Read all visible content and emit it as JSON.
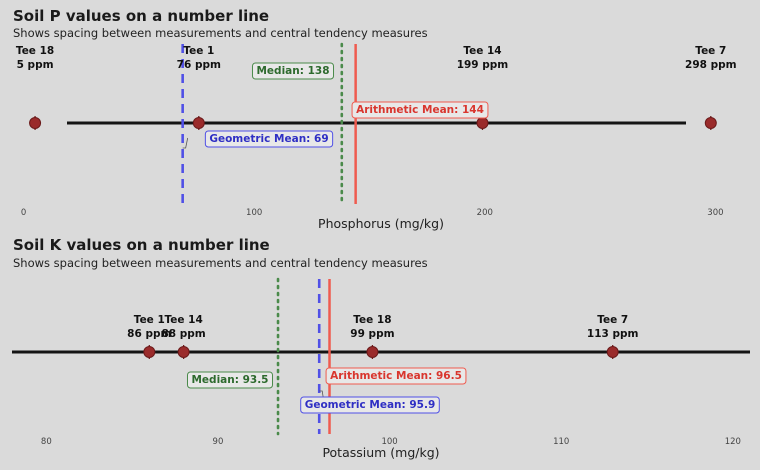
{
  "chart_data": [
    {
      "type": "scatter",
      "title": "Soil P values on a number line",
      "subtitle": "Shows spacing between measurements and central tendency measures",
      "xlabel": "Phosphorus (mg/kg)",
      "xlim": [
        -5,
        315
      ],
      "xticks": [
        0,
        100,
        200,
        300
      ],
      "grid": false,
      "points": [
        {
          "name": "Tee 18",
          "value": 5,
          "label": "5 ppm"
        },
        {
          "name": "Tee 1",
          "value": 76,
          "label": "76 ppm"
        },
        {
          "name": "Tee 14",
          "value": 199,
          "label": "199 ppm"
        },
        {
          "name": "Tee 7",
          "value": 298,
          "label": "298 ppm"
        }
      ],
      "reference_lines": [
        {
          "name": "Median",
          "value": 138,
          "label": "Median: 138",
          "style": "dotted",
          "color": "#4a8a4a",
          "text_color": "#2d6a2d"
        },
        {
          "name": "Arithmetic Mean",
          "value": 144,
          "label": "Arithmetic Mean: 144",
          "style": "solid",
          "color": "#ef5b4f",
          "text_color": "#d9362e"
        },
        {
          "name": "Geometric Mean",
          "value": 69,
          "label": "Geometric Mean: 69",
          "style": "dashed",
          "color": "#5050e6",
          "text_color": "#2f2fc4"
        }
      ]
    },
    {
      "type": "scatter",
      "title": "Soil K values on a number line",
      "subtitle": "Shows spacing between measurements and central tendency measures",
      "xlabel": "Potassium (mg/kg)",
      "xlim": [
        78,
        121
      ],
      "xticks": [
        80,
        90,
        100,
        110,
        120
      ],
      "grid": false,
      "points": [
        {
          "name": "Tee 1",
          "value": 86,
          "label": "86 ppm"
        },
        {
          "name": "Tee 14",
          "value": 88,
          "label": "88 ppm"
        },
        {
          "name": "Tee 18",
          "value": 99,
          "label": "99 ppm"
        },
        {
          "name": "Tee 7",
          "value": 113,
          "label": "113 ppm"
        }
      ],
      "reference_lines": [
        {
          "name": "Median",
          "value": 93.5,
          "label": "Median: 93.5",
          "style": "dotted",
          "color": "#4a8a4a",
          "text_color": "#2d6a2d"
        },
        {
          "name": "Arithmetic Mean",
          "value": 96.5,
          "label": "Arithmetic Mean: 96.5",
          "style": "solid",
          "color": "#ef5b4f",
          "text_color": "#d9362e"
        },
        {
          "name": "Geometric Mean",
          "value": 95.9,
          "label": "Geometric Mean: 95.9",
          "style": "dashed",
          "color": "#5050e6",
          "text_color": "#2f2fc4"
        }
      ]
    }
  ]
}
